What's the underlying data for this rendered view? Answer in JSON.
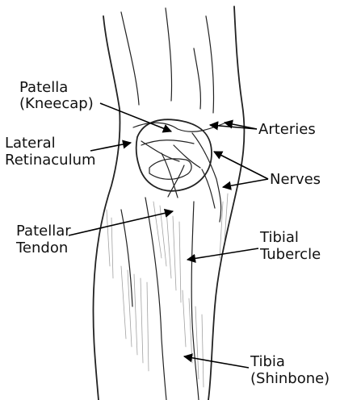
{
  "labels": {
    "patella_line1": "Patella",
    "patella_line2": "(Kneecap)",
    "arteries": "Arteries",
    "lateral_line1": "Lateral",
    "lateral_line2": "Retinaculum",
    "nerves": "Nerves",
    "patellar_line1": "Patellar",
    "patellar_line2": "Tendon",
    "tibial_line1": "Tibial",
    "tibial_line2": "Tubercle",
    "tibia_line1": "Tibia",
    "tibia_line2": "(Shinbone)"
  }
}
